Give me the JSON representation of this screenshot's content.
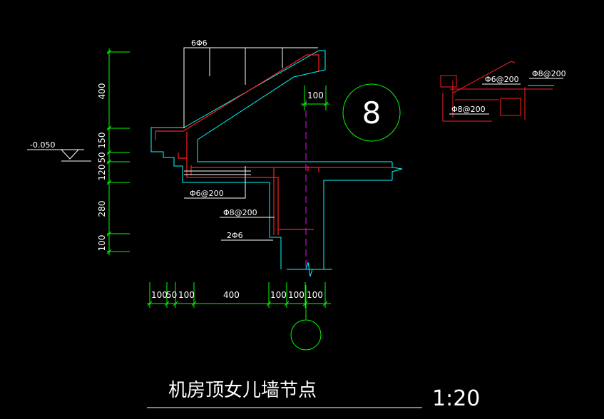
{
  "drawing": {
    "title": "机房顶女儿墙节点",
    "scale": "1:20",
    "detail_number": "8",
    "elevation": "-0.050",
    "vertical_dimensions": [
      "400",
      "150",
      "50",
      "120",
      "280",
      "100"
    ],
    "horizontal_dimensions": [
      "100",
      "50",
      "100",
      "400",
      "100",
      "100",
      "100"
    ],
    "top_dimension": "100",
    "rebar_labels": {
      "top_bars": "6Φ6",
      "slab_stirrup": "Φ6@200",
      "beam_stirrup": "Φ8@200",
      "beam_bottom": "2Φ6"
    },
    "detail_labels": {
      "stirrup_a": "Φ6@200",
      "stirrup_b": "Φ8@200",
      "stirrup_c": "Φ8@200"
    },
    "colors": {
      "background": "#000000",
      "outline": "#00ffff",
      "rebar": "#ff2020",
      "dimension": "#00ff00",
      "text": "#ffffff",
      "axis": "#ff00ff"
    }
  }
}
